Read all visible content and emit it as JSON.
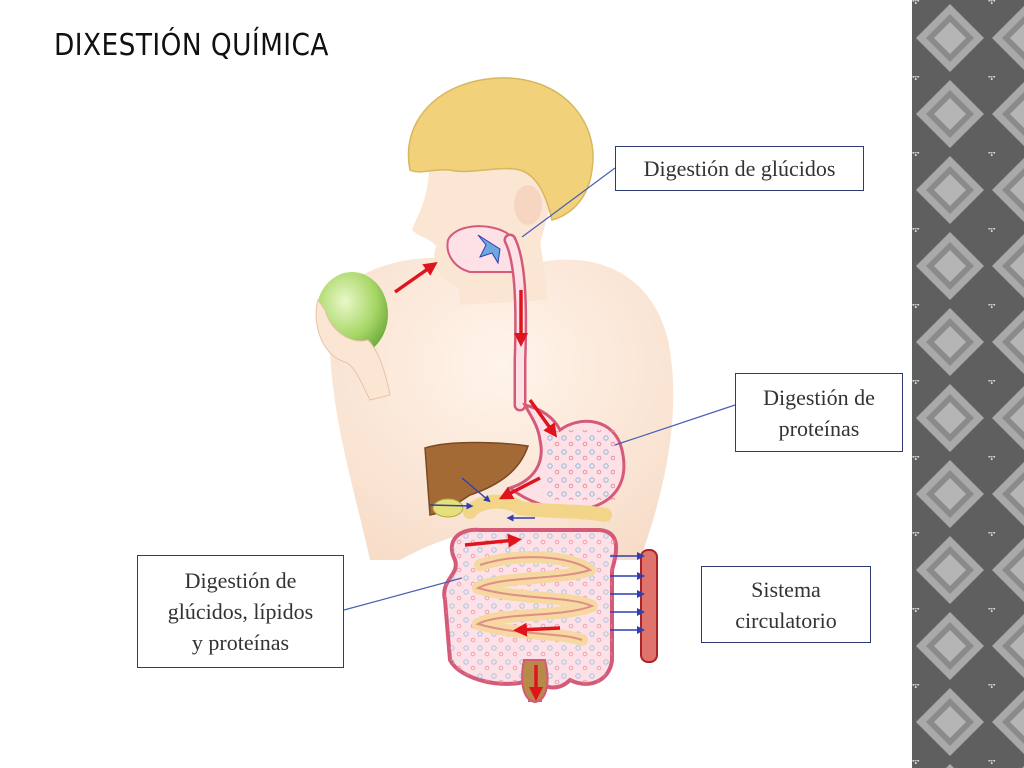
{
  "slide": {
    "title": "DIXESTIÓN QUÍMICA"
  },
  "labels": {
    "glucidos": "Digestión de glúcidos",
    "proteinas": "Digestión de\nproteínas",
    "intestino": "Digestión de\nglúcidos, lípidos\ny proteínas",
    "circulatorio": "Sistema\ncirculatorio"
  },
  "colors": {
    "hair": "#f1d27a",
    "skin": "#fbe8d8",
    "apple": "#9ed45e",
    "arrow": "#e0141c",
    "intestine_outline": "#d45a78",
    "intestine_fill": "#fde1e6",
    "liver": "#a46a35",
    "box_border": "#2e3a73",
    "pattern_dark": "#5f5f5f",
    "pattern_light": "#aaaaaa"
  }
}
